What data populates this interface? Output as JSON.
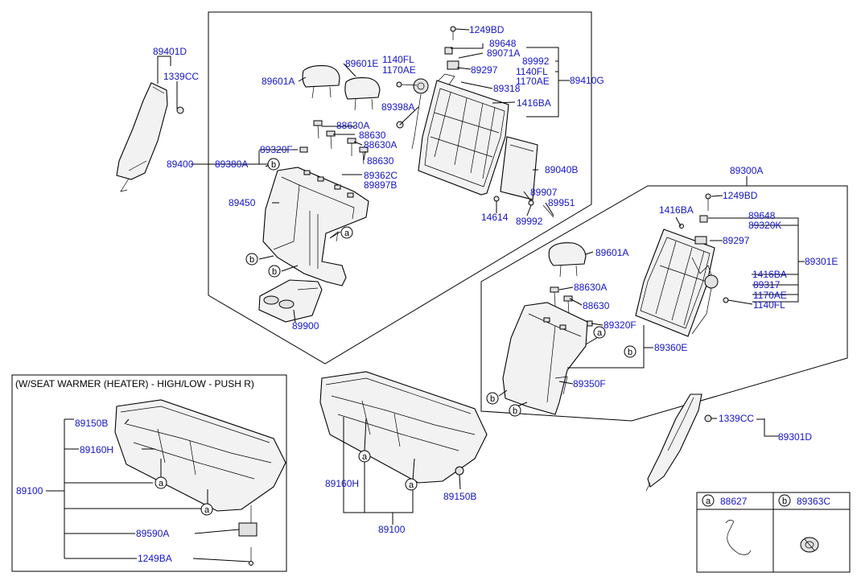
{
  "group_title": "(W/SEAT WARMER (HEATER) - HIGH/LOW - PUSH R)",
  "legend": {
    "a": {
      "letter": "a",
      "part": "88627"
    },
    "b": {
      "letter": "b",
      "part": "89363C"
    }
  },
  "callout_letters": {
    "a": "a",
    "b": "b"
  },
  "labels": {
    "l89401D": "89401D",
    "l1339CC_1": "1339CC",
    "l89400": "89400",
    "l89601A_1": "89601A",
    "l89601E": "89601E",
    "l1140FL_1": "1140FL",
    "l1170AE_1": "1170AE",
    "l1249BD_1": "1249BD",
    "l89648_1": "89648",
    "l89071A": "89071A",
    "l89297_1": "89297",
    "l89992_1": "89992",
    "l1140FL_2": "1140FL",
    "l1170AE_2": "1170AE",
    "l89410G": "89410G",
    "l89318": "89318",
    "l1416BA_1": "1416BA",
    "l89398A": "89398A",
    "l88630A_1": "88630A",
    "l88630_1": "88630",
    "l88630A_2": "88630A",
    "l88630_2": "88630",
    "l89320F_1": "89320F",
    "l89380A": "89380A",
    "l89362C": "89362C",
    "l89897B": "89897B",
    "l89040B": "89040B",
    "l89907": "89907",
    "l89951": "89951",
    "l89992_2": "89992",
    "l14614": "14614",
    "l89450": "89450",
    "l89900": "89900",
    "l89300A": "89300A",
    "l1416BA_2": "1416BA",
    "l1249BD_2": "1249BD",
    "l89648_2": "89648",
    "l89320K": "89320K",
    "l89297_2": "89297",
    "l89301E": "89301E",
    "l1416BA_3": "1416BA",
    "l89317": "89317",
    "l1170AE_3": "1170AE",
    "l1140FL_3": "1140FL",
    "l89601A_2": "89601A",
    "l88630A_3": "88630A",
    "l88630_3": "88630",
    "l89320F_2": "89320F",
    "l89360E": "89360E",
    "l89350F": "89350F",
    "l1339CC_2": "1339CC",
    "l89301D": "89301D",
    "l89150B_1": "89150B",
    "l89160H_1": "89160H",
    "l89100_1": "89100",
    "l89590A": "89590A",
    "l1249BA": "1249BA",
    "l89160H_2": "89160H",
    "l89150B_2": "89150B",
    "l89100_2": "89100"
  }
}
